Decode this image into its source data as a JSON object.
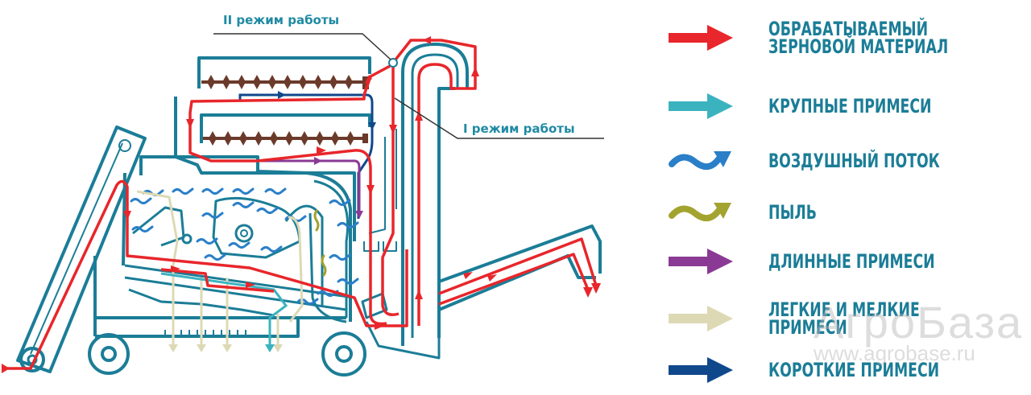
{
  "diagram": {
    "title": "Схема работы зерноочистительной машины",
    "labels": {
      "mode_2": "II режим работы",
      "mode_1": "I режим работы"
    },
    "colors": {
      "outline": "#1b7d97",
      "grain": "#e8262b",
      "coarse": "#3bb3bf",
      "air": "#2a7fc8",
      "dust": "#a3a330",
      "long": "#8a3a94",
      "light": "#ddd9b4",
      "short": "#10488c",
      "auger": "#6b3a2a"
    }
  },
  "legend": {
    "items": [
      {
        "label": "ОБРАБАТЫВАЕМЫЙ\nЗЕРНОВОЙ  МАТЕРИАЛ",
        "icon": "straight-arrow-icon",
        "color": "#e8262b"
      },
      {
        "label": "КРУПНЫЕ ПРИМЕСИ",
        "icon": "straight-arrow-icon",
        "color": "#3bb3bf"
      },
      {
        "label": "ВОЗДУШНЫЙ ПОТОК",
        "icon": "wavy-arrow-icon",
        "color": "#2a7fc8"
      },
      {
        "label": "ПЫЛЬ",
        "icon": "wavy-arrow-icon",
        "color": "#a3a330"
      },
      {
        "label": "ДЛИННЫЕ ПРИМЕСИ",
        "icon": "straight-arrow-icon",
        "color": "#8a3a94"
      },
      {
        "label": "ЛЕГКИЕ И МЕЛКИЕ ПРИМЕСИ",
        "icon": "straight-arrow-icon",
        "color": "#ddd9b4"
      },
      {
        "label": "КОРОТКИЕ ПРИМЕСИ",
        "icon": "straight-arrow-icon",
        "color": "#10488c"
      }
    ]
  },
  "watermark": {
    "brand": "АгроБаза",
    "url": "www.agrobase.ru"
  }
}
